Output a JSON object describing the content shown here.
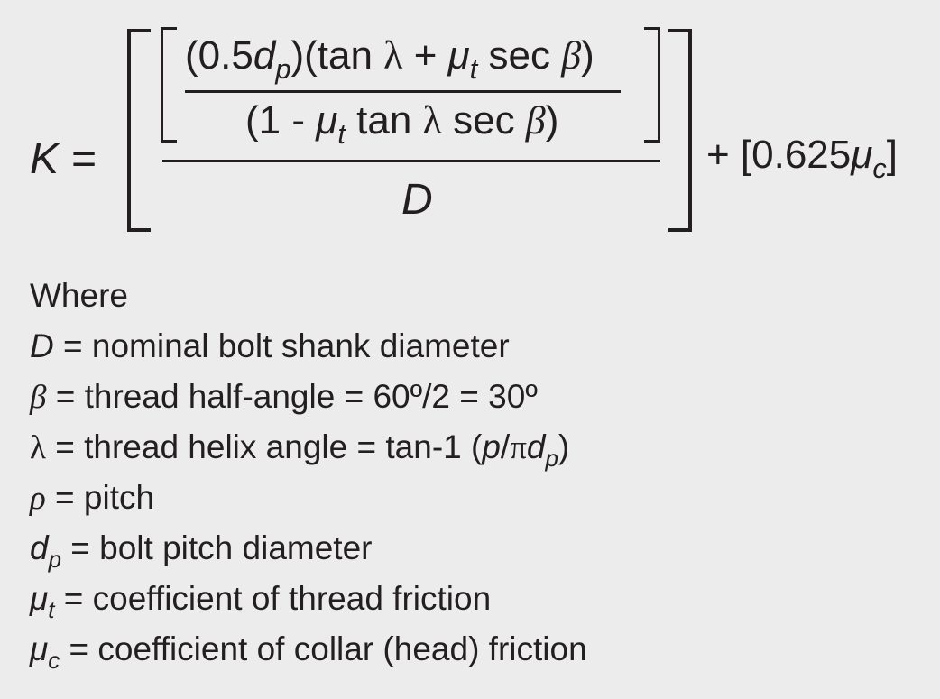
{
  "formula": {
    "lhs": "K =",
    "numerator_parts": [
      "(0.5",
      "d",
      "p",
      ")(tan ",
      "λ",
      " + ",
      "μ",
      "t",
      " sec ",
      "β",
      ")"
    ],
    "denominator_parts": [
      "(1 - ",
      "μ",
      "t",
      " tan ",
      "λ",
      " sec ",
      "β",
      ")"
    ],
    "outer_denominator": "D",
    "plus_term_parts": [
      "+ [0.625",
      "μ",
      "c",
      "]"
    ]
  },
  "legend": {
    "heading": "Where",
    "defs": [
      {
        "sym": "D",
        "text": " = nominal bolt shank diameter"
      },
      {
        "sym": "β",
        "text": " = thread half-angle = 60º/2 = 30º"
      },
      {
        "sym": "λ",
        "text": " = thread helix angle = tan-1 (",
        "p": "p",
        "slash": "/",
        "pi": "π",
        "d": "d",
        "dsub": "p",
        "close": ")"
      },
      {
        "sym": "ρ",
        "text": " = pitch"
      },
      {
        "sym": "d",
        "sub": "p",
        "text": " = bolt pitch diameter"
      },
      {
        "sym": "μ",
        "sub": "t",
        "text": " = coefficient of thread friction"
      },
      {
        "sym": "μ",
        "sub": "c",
        "text": " = coefficient of collar (head) friction"
      }
    ]
  }
}
